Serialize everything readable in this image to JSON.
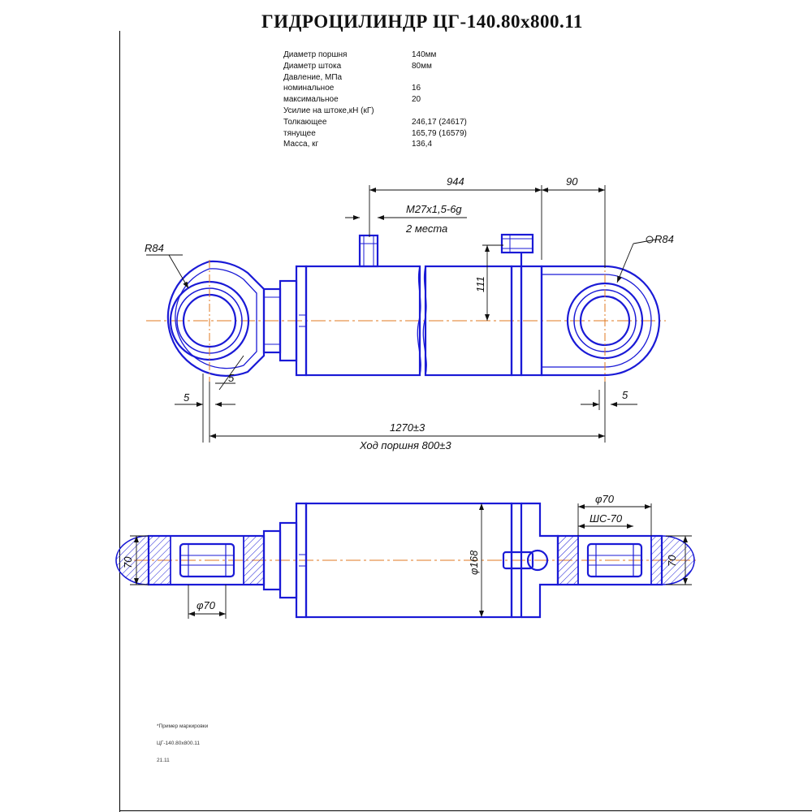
{
  "title": "ГИДРОЦИЛИНДР  ЦГ-140.80х800.11",
  "specs": [
    {
      "label": "Диаметр поршня",
      "value": "140мм"
    },
    {
      "label": "Диаметр штока",
      "value": "80мм"
    },
    {
      "label": "Давление, МПа",
      "value": ""
    },
    {
      "label": "номинальное",
      "value": "16"
    },
    {
      "label": "максимальное",
      "value": " 20"
    },
    {
      "label": "Усилие на штоке,кН (кГ)",
      "value": ""
    },
    {
      "label": "Толкающее",
      "value": "246,17  (24617)"
    },
    {
      "label": "тянущее",
      "value": "165,79  (16579)"
    },
    {
      "label": "Масса, кг",
      "value": "136,4"
    }
  ],
  "dimensions": {
    "d944": "944",
    "d90": "90",
    "thread": "М27х1,5-6g",
    "places": "2 места",
    "r84_left": "R84",
    "r84_right": "R84",
    "d111": "111",
    "d5_a": "5",
    "d5_b": "5",
    "d5_c": "5",
    "d1270": "1270±3",
    "stroke": "Ход поршня 800±3",
    "d70_left": "70",
    "phi70_left": "φ70",
    "phi168": "φ168",
    "phi70_right": "φ70",
    "shs70": "ШС-70",
    "d70_right": "70"
  },
  "marking": {
    "line1": "*Пример маркировки",
    "line2": "ЦГ-140.80х800.11",
    "line3": "21.11"
  },
  "colors": {
    "outline": "#1a1ad6",
    "axis": "#e07a20",
    "dimension": "#111111"
  }
}
